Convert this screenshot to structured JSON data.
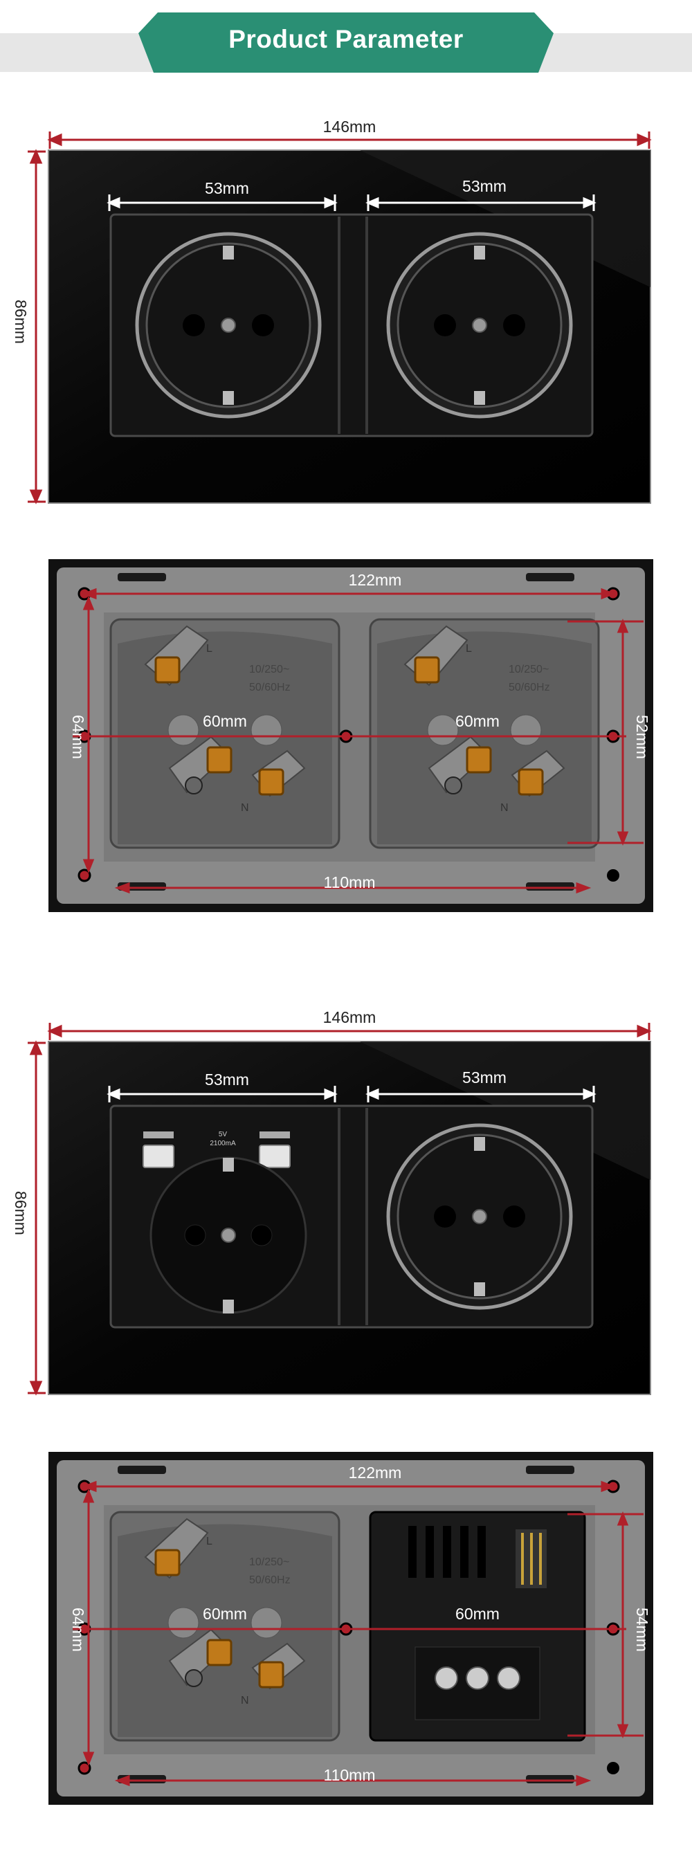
{
  "header": {
    "title": "Product Parameter"
  },
  "colors": {
    "accent": "#2a8f74",
    "dim_line": "#b0202a",
    "white_dim": "#ffffff"
  },
  "panel1": {
    "width": "146mm",
    "height": "86mm",
    "left_unit": "53mm",
    "right_unit": "53mm"
  },
  "panel2": {
    "top": "122mm",
    "bottom": "110mm",
    "left_height": "64mm",
    "right_height": "52mm",
    "left_center": "60mm",
    "right_center": "60mm",
    "module_text_1": "10/250~",
    "module_text_2": "50/60Hz",
    "marks": {
      "live": "L",
      "neutral": "N"
    }
  },
  "panel3": {
    "width": "146mm",
    "height": "86mm",
    "left_unit": "53mm",
    "right_unit": "53mm",
    "usb_label": "5V",
    "usb_current": "2100mA"
  },
  "panel4": {
    "top": "122mm",
    "bottom": "110mm",
    "left_height": "64mm",
    "right_height": "54mm",
    "left_center": "60mm",
    "right_center": "60mm",
    "module_text_1": "10/250~",
    "module_text_2": "50/60Hz",
    "marks": {
      "live": "L",
      "neutral": "N"
    }
  }
}
